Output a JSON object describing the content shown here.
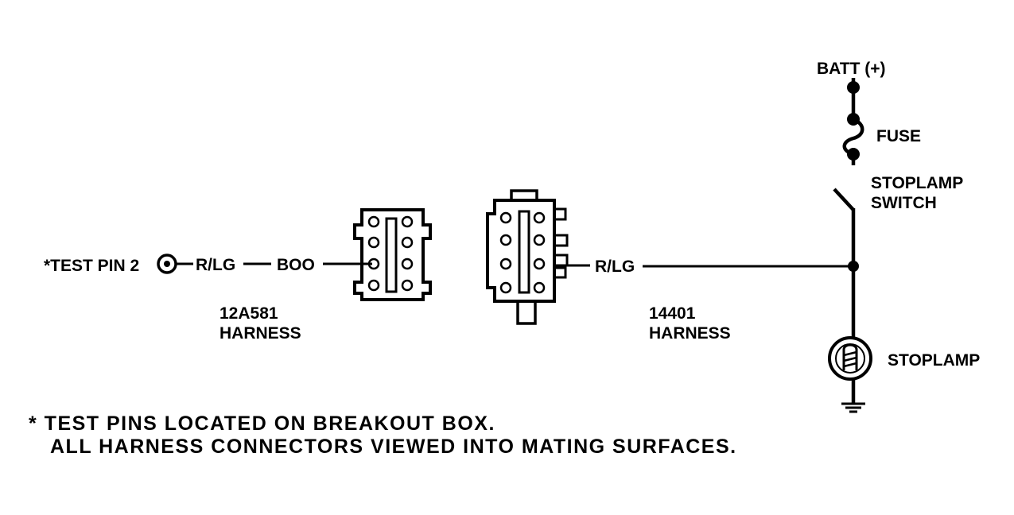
{
  "labels": {
    "test_pin": "*TEST PIN 2",
    "wire_rlg_left": "R/LG",
    "wire_boo": "BOO",
    "wire_rlg_right": "R/LG",
    "harness_left_line1": "12A581",
    "harness_left_line2": "HARNESS",
    "harness_right_line1": "14401",
    "harness_right_line2": "HARNESS",
    "batt": "BATT (+)",
    "fuse": "FUSE",
    "switch_line1": "STOPLAMP",
    "switch_line2": "SWITCH",
    "stoplamp": "STOPLAMP"
  },
  "notes": {
    "line1": "* TEST PINS LOCATED ON BREAKOUT BOX.",
    "line2": "ALL HARNESS CONNECTORS VIEWED INTO MATING SURFACES."
  },
  "icons": [
    "test-pin-icon",
    "connector-12a581-icon",
    "connector-14401-icon",
    "fuse-icon",
    "switch-icon",
    "lamp-icon",
    "ground-icon"
  ],
  "colors": {
    "ink": "#000000",
    "paper": "#ffffff"
  }
}
